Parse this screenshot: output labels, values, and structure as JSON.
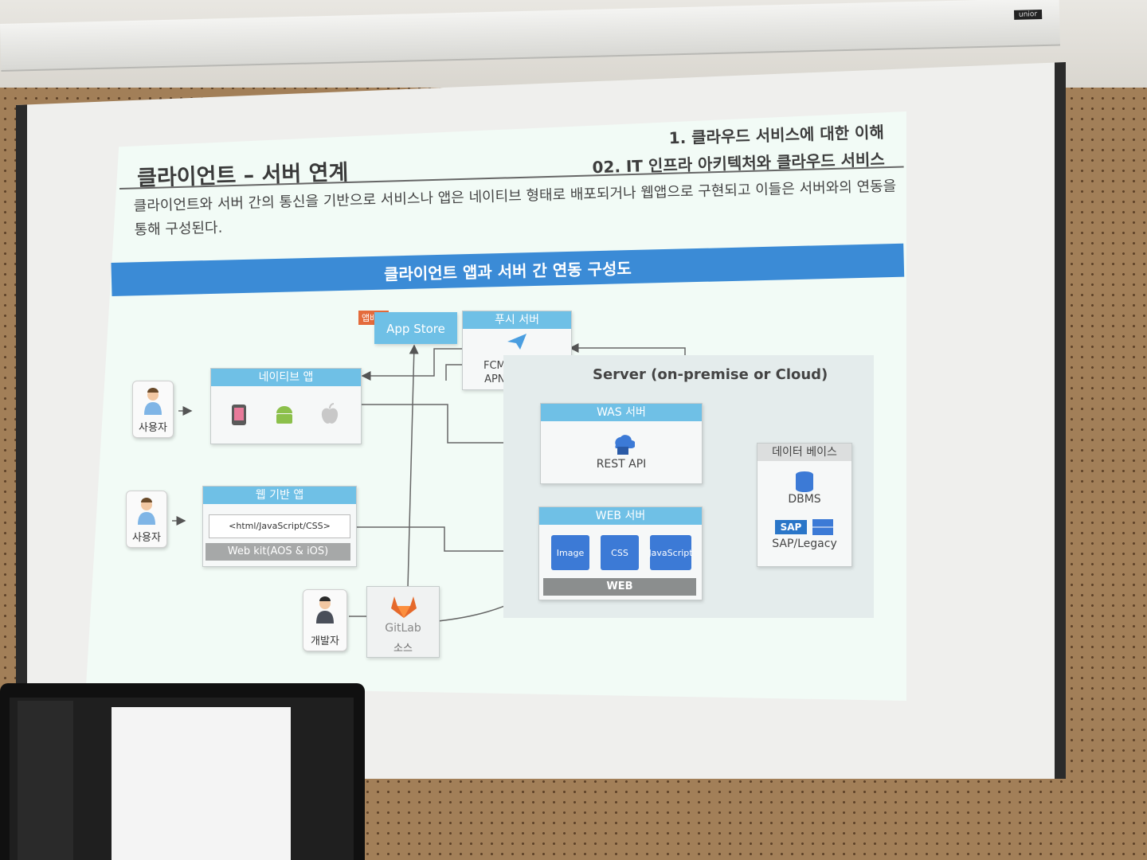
{
  "slide": {
    "title": "클라이언트 – 서버 연계",
    "section_line1": "1. 클라우드 서비스에 대한 이해",
    "section_line2": "02. IT 인프라 아키텍처와 클라우드 서비스",
    "description": "클라이언트와 서버 간의 통신을 기반으로 서비스나 앱은 네이티브 형태로 배포되거나 웹앱으로 구현되고 이들은 서버와의 연동을 통해 구성된다.",
    "banner": "클라이언트 앱과 서버 간 연동 구성도"
  },
  "diagram": {
    "app_deploy_tag": "앱배포",
    "app_store": "App Store",
    "push_server": {
      "title": "푸시 서버",
      "line1": "FCM(Goggle)",
      "line2": "APNS(Apple)"
    },
    "native_app": "네이티브 앱",
    "user1": "사용자",
    "user2": "사용자",
    "developer": "개발자",
    "web_app": {
      "title": "웹 기반 앱",
      "tech": "<html/JavaScript/CSS>",
      "webkit": "Web kit(AOS & iOS)"
    },
    "server_area_title": "Server (on-premise or Cloud)",
    "was_server": {
      "title": "WAS 서버",
      "api": "REST API"
    },
    "web_server": {
      "title": "WEB 서버",
      "files": [
        "Image",
        "CSS",
        "JavaScript"
      ],
      "bar": "WEB"
    },
    "database": {
      "title": "데이터 베이스",
      "dbms": "DBMS",
      "sap": "SAP/Legacy",
      "sap_logo": "SAP"
    },
    "gitlab": {
      "name": "GitLab",
      "source": "소스"
    }
  },
  "colors": {
    "banner": "#3b8bd6",
    "box_header": "#6fc0e6",
    "web_file": "#3c7ad6",
    "deploy_tag": "#e46b3c"
  }
}
